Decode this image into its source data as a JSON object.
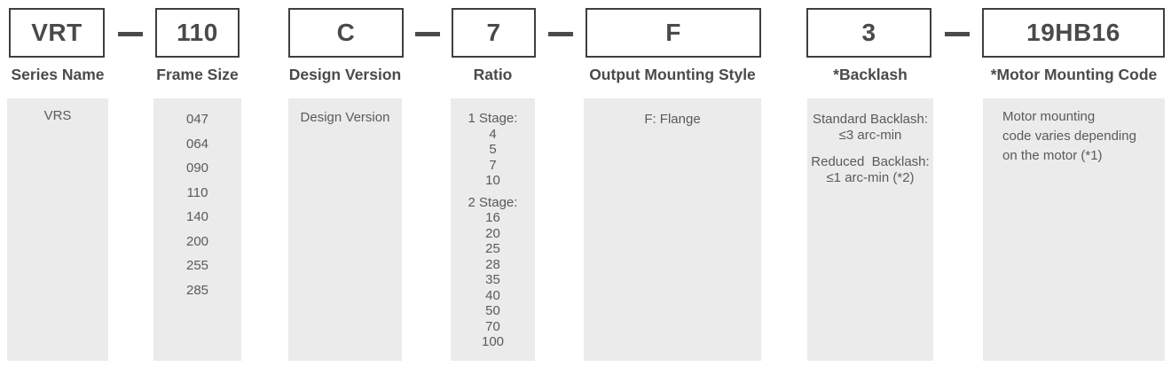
{
  "model_code_diagram": {
    "segments": [
      {
        "code": "VRT",
        "label": "Series Name",
        "dash_after": true,
        "panel_lines": [
          "VRS"
        ]
      },
      {
        "code": "110",
        "label": "Frame Size",
        "dash_after": false,
        "panel_lines": [
          "047",
          "064",
          "090",
          "110",
          "140",
          "200",
          "255",
          "285"
        ]
      },
      {
        "code": "C",
        "label": "Design Version",
        "dash_after": true,
        "panel_lines": [
          "Design Version"
        ]
      },
      {
        "code": "7",
        "label": "Ratio",
        "dash_after": true,
        "panel_lines": [
          "1 Stage:",
          "4",
          "5",
          "7",
          "10",
          "",
          "2 Stage:",
          "16",
          "20",
          "25",
          "28",
          "35",
          "40",
          "50",
          "70",
          "100"
        ]
      },
      {
        "code": "F",
        "label": "Output Mounting Style",
        "dash_after": false,
        "panel_lines": [
          "F: Flange"
        ]
      },
      {
        "code": "3",
        "label": "*Backlash",
        "dash_after": true,
        "panel_lines": [
          "Standard Backlash:",
          "≤3 arc-min",
          "",
          "Reduced  Backlash:",
          "≤1 arc-min (*2)"
        ]
      },
      {
        "code": "19HB16",
        "label": "*Motor Mounting Code",
        "dash_after": false,
        "panel_lines": [
          "Motor mounting",
          "code varies depending",
          "on the motor (*1)"
        ]
      }
    ],
    "colors": {
      "background": "#ffffff",
      "box_border": "#3f3f3f",
      "code_text": "#4a4a4a",
      "label_text": "#4a4a4a",
      "panel_background": "#ebebeb",
      "panel_text": "#5a5a5a",
      "dash": "#4a4a4a"
    }
  }
}
